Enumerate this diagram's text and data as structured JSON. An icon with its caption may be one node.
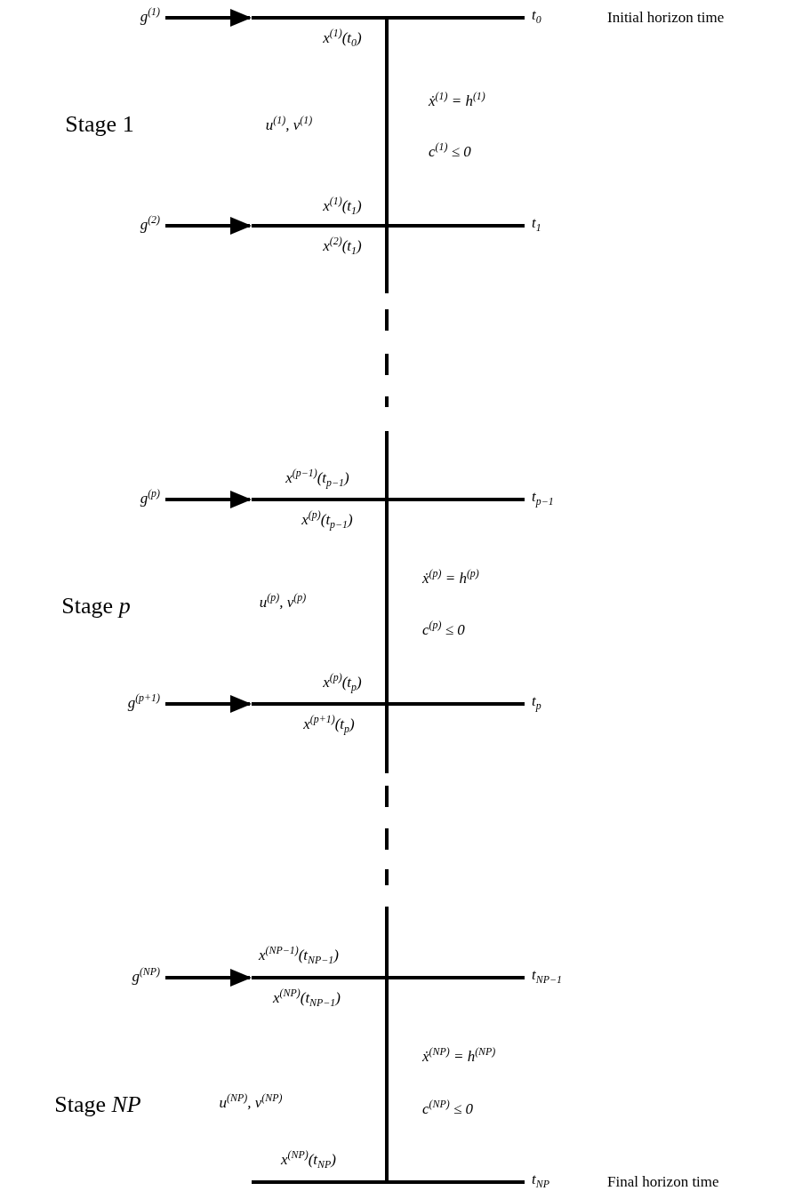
{
  "diagram": {
    "nodes": [
      {
        "text": [
          "g$^{(1)}$"
        ]
      },
      {
        "text": [],
        "shape": "bar",
        "beside": [
          "t$_{0}$"
        ]
      },
      {
        "text": [
          "g$^{(2)}$"
        ]
      },
      {
        "text": [],
        "shape": "bar",
        "beside": [
          "t$_{1}$"
        ]
      },
      {
        "text": [
          "g$^{(p)}$"
        ]
      },
      {
        "text": [],
        "shape": "bar",
        "beside": [
          "t$_{p−1}$"
        ]
      },
      {
        "text": [
          "g$^{(p+1)}$"
        ]
      },
      {
        "text": [],
        "shape": "bar",
        "beside": [
          "t$_{p}$"
        ]
      },
      {
        "text": [
          "g$^{(NP)}$"
        ]
      },
      {
        "text": [],
        "shape": "bar",
        "beside": [
          "t$_{NP−1}$"
        ]
      },
      {
        "text": [],
        "shape": "bar",
        "beside": [
          "t$_{NP}$"
        ]
      }
    ],
    "edges": [
      {
        "from": 0,
        "to": 1,
        "arrow": "to"
      },
      {
        "from": 2,
        "to": 3,
        "arrow": "to"
      },
      {
        "from": 4,
        "to": 5,
        "arrow": "to"
      },
      {
        "from": 6,
        "to": 7,
        "arrow": "to"
      },
      {
        "from": 8,
        "to": 9,
        "arrow": "to"
      }
    ],
    "labels": [
      "Initial horizon time",
      "x$^{(1)}$(t$_{0}$)",
      "ẋ$^{(1)}$ = h$^{(1)}$",
      "Stage 1",
      "u$^{(1)}$, v$^{(1)}$",
      "c$^{(1)}$ ≤ 0",
      "x$^{(1)}$(t$_{1}$)",
      "x$^{(2)}$(t$_{1}$)",
      "x$^{(p−1)}$(t$_{p−1}$)",
      "x$^{(p)}$(t$_{p−1}$)",
      "ẋ$^{(p)}$ = h$^{(p)}$",
      "Stage *p*",
      "u$^{(p)}$, v$^{(p)}$",
      "c$^{(p)}$ ≤ 0",
      "x$^{(p)}$(t$_{p}$)",
      "x$^{(p+1)}$(t$_{p}$)",
      "x$^{(NP−1)}$(t$_{NP−1}$)",
      "x$^{(NP)}$(t$_{NP−1}$)",
      "ẋ$^{(NP)}$ = h$^{(NP)}$",
      "Stage *NP*",
      "u$^{(NP)}$, v$^{(NP)}$",
      "c$^{(NP)}$ ≤ 0",
      "x$^{(NP)}$(t$_{NP}$)",
      "Final horizon time"
    ]
  }
}
